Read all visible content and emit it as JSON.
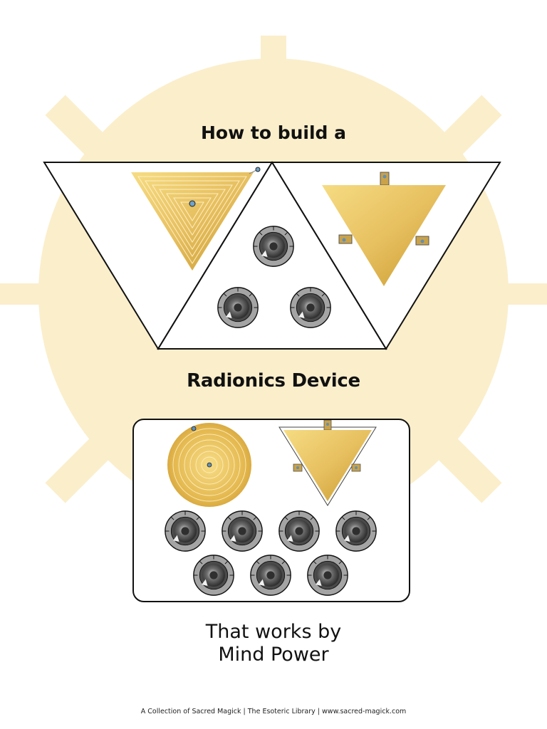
{
  "document": {
    "heading_line1": "How to build a",
    "heading_line2": "Radionics Device",
    "subtitle_line1": "That works by",
    "subtitle_line2": "Mind Power",
    "footer": "A Collection of Sacred Magick | The Esoteric Library | www.sacred-magick.com"
  },
  "colors": {
    "background_sun": "#fbeecb",
    "gold_light": "#f3d77c",
    "gold_dark": "#c99a2e",
    "dial_ring": "#9c9c9c",
    "dial_center": "#3a3a3a",
    "outline": "#111111"
  },
  "illustrations": {
    "top_device": [
      "square-spiral-triangle-icon",
      "dial-icon",
      "dial-icon",
      "dial-icon",
      "gold-triangle-plate-icon"
    ],
    "bottom_device": [
      "circular-spiral-icon",
      "gold-triangle-plate-icon",
      "dial-icon",
      "dial-icon",
      "dial-icon",
      "dial-icon",
      "dial-icon",
      "dial-icon",
      "dial-icon"
    ]
  }
}
